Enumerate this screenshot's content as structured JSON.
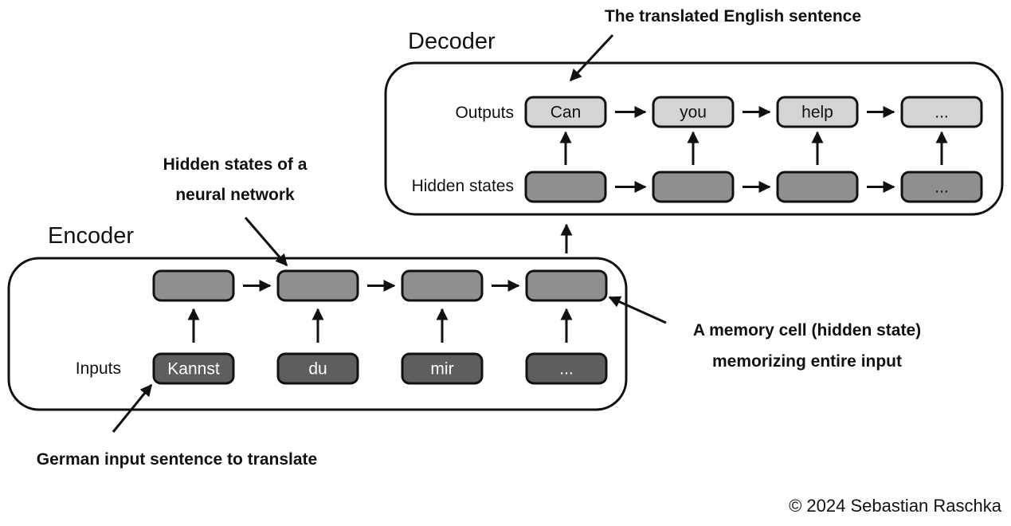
{
  "decoder": {
    "title": "Decoder",
    "outputs_label": "Outputs",
    "hidden_label": "Hidden states",
    "outputs": [
      "Can",
      "you",
      "help",
      "..."
    ],
    "hidden": [
      "",
      "",
      "",
      "..."
    ]
  },
  "encoder": {
    "title": "Encoder",
    "inputs_label": "Inputs",
    "hidden": [
      "",
      "",
      "",
      ""
    ],
    "inputs": [
      "Kannst",
      "du",
      "mir",
      "..."
    ]
  },
  "annotations": {
    "translated": "The translated English sentence",
    "hidden_states_line1": "Hidden states of a",
    "hidden_states_line2": "neural network",
    "memory_line1": "A memory cell (hidden state)",
    "memory_line2": "memorizing entire input",
    "german_input": "German input sentence to translate"
  },
  "colors": {
    "output_cell": "#d4d4d4",
    "hidden_cell": "#8f8f8f",
    "input_cell": "#5e5e5e",
    "stroke": "#111111"
  },
  "copyright": "© 2024 Sebastian Raschka"
}
